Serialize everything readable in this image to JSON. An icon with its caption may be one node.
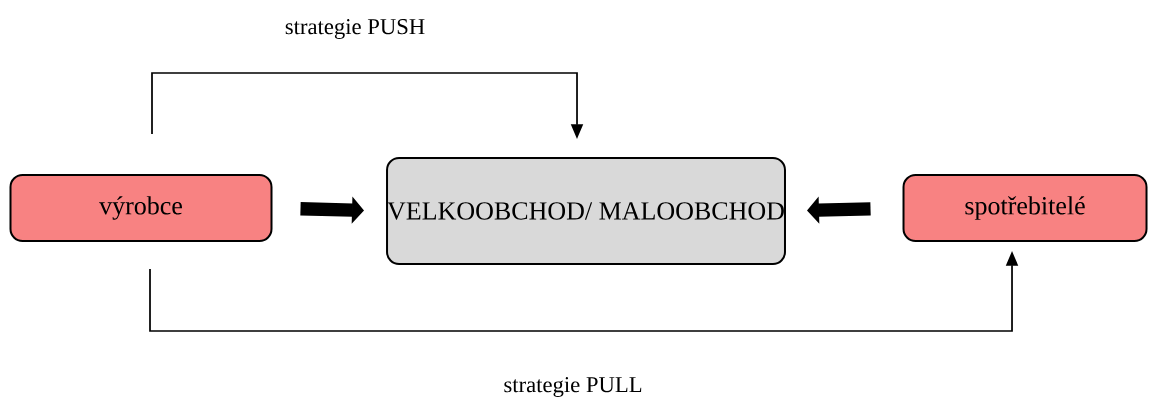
{
  "diagram": {
    "nodes": [
      {
        "text": [
          "výrobce"
        ]
      },
      {
        "text": [
          "VELKOOBCHOD/ MALOOBCHOD"
        ]
      },
      {
        "text": [
          "spotřebitelé"
        ]
      }
    ],
    "edges": [
      {
        "from": 0,
        "to": 1,
        "arrow": "to",
        "style": "thick"
      },
      {
        "from": 2,
        "to": 1,
        "arrow": "to",
        "style": "thick"
      },
      {
        "from": 0,
        "to": 1,
        "arrow": "to",
        "label": "strategie PUSH"
      },
      {
        "from": 0,
        "to": 2,
        "arrow": "to",
        "label": "strategie PULL"
      }
    ]
  }
}
